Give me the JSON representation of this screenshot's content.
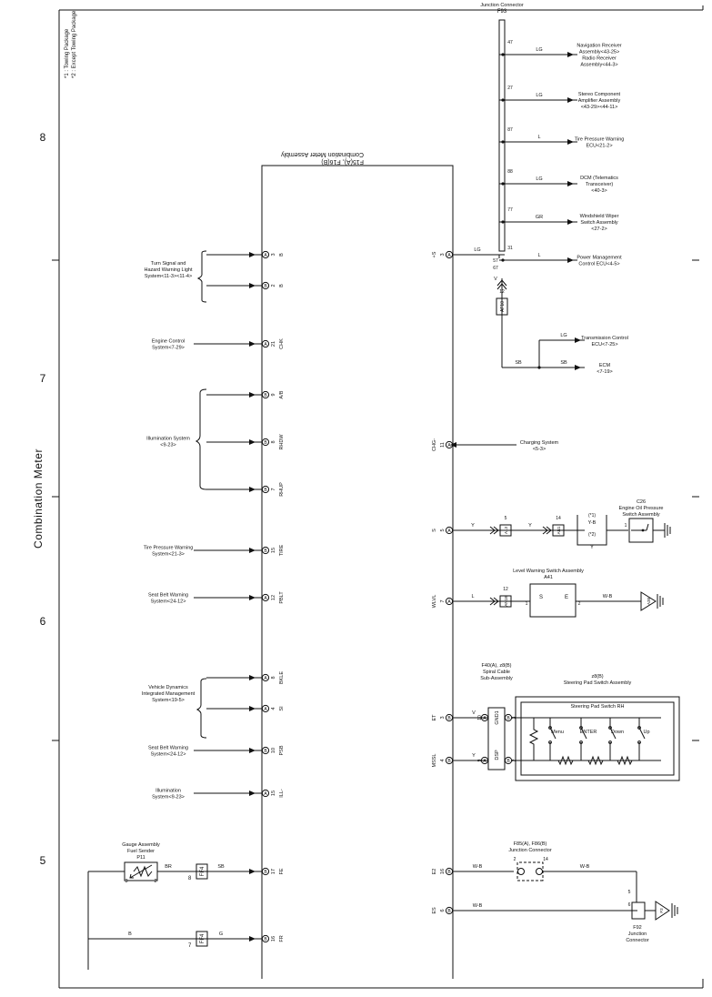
{
  "frame": {
    "title": "Combination Meter",
    "section_numbers": [
      "8",
      "7",
      "6",
      "5"
    ],
    "notes": [
      "*1 : Towing Package",
      "*2 : Except Towing Package"
    ]
  },
  "meter": {
    "connector_label": "F15(A), F16(B)",
    "name": "Combination Meter Assembly"
  },
  "left_pins": [
    {
      "pin": "3",
      "conn": "A",
      "label": "B"
    },
    {
      "pin": "2",
      "conn": "B",
      "label": "B"
    },
    {
      "pin": "21",
      "conn": "A",
      "label": "CHK"
    },
    {
      "pin": "9",
      "conn": "B",
      "label": "A/B"
    },
    {
      "pin": "8",
      "conn": "B",
      "label": "RHDW"
    },
    {
      "pin": "7",
      "conn": "B",
      "label": "RHUP"
    },
    {
      "pin": "15",
      "conn": "B",
      "label": "TIRE"
    },
    {
      "pin": "12",
      "conn": "A",
      "label": "PBLT"
    },
    {
      "pin": "8",
      "conn": "A",
      "label": "BKLE"
    },
    {
      "pin": "4",
      "conn": "A",
      "label": "SI"
    },
    {
      "pin": "10",
      "conn": "B",
      "label": "PSB"
    },
    {
      "pin": "15",
      "conn": "A",
      "label": "ILL-"
    },
    {
      "pin": "17",
      "conn": "B",
      "label": "FE"
    },
    {
      "pin": "16",
      "conn": "B",
      "label": "FR"
    }
  ],
  "right_pins": [
    {
      "pin": "3",
      "conn": "A",
      "label": "+S"
    },
    {
      "pin": "11",
      "conn": "A",
      "label": "CHG-"
    },
    {
      "pin": "5",
      "conn": "A",
      "label": "S"
    },
    {
      "pin": "7",
      "conn": "A",
      "label": "WLVL"
    },
    {
      "pin": "3",
      "conn": "B",
      "label": "ET"
    },
    {
      "pin": "4",
      "conn": "B",
      "label": "MSSL"
    },
    {
      "pin": "16",
      "conn": "B",
      "label": "E2"
    },
    {
      "pin": "6",
      "conn": "B",
      "label": "ES"
    }
  ],
  "left_systems": [
    {
      "lines": [
        "Turn Signal and",
        "Hazard Warning Light",
        "System<11-3><11-4>"
      ]
    },
    {
      "lines": [
        "Engine Control",
        "System<7-29>"
      ]
    },
    {
      "lines": [
        "Illumination System",
        "<9-23>"
      ]
    },
    {
      "lines": [
        "Tire Pressure Warning",
        "System<21-3>"
      ]
    },
    {
      "lines": [
        "Seat Belt Warning",
        "System<24-12>"
      ]
    },
    {
      "lines": [
        "Vehicle Dynamics",
        "Integrated Management",
        "System<19-5>"
      ]
    },
    {
      "lines": [
        "Seat Belt Warning",
        "System<24-12>"
      ]
    },
    {
      "lines": [
        "Illumination",
        "System<9-23>"
      ]
    }
  ],
  "wires": {
    "B": "B",
    "G": "G",
    "SB": "SB",
    "BR": "BR",
    "LG": "LG",
    "L": "L",
    "V": "V",
    "GR": "GR",
    "Y": "Y",
    "YB": "Y-B",
    "WB": "W-B"
  },
  "pins_misc": {
    "p2": "2",
    "p3": "3",
    "p5": "5",
    "p6": "6",
    "p7": "7",
    "p8": "8",
    "p12": "12",
    "p14": "14",
    "p1": "1",
    "p10": "10",
    "p9": "9",
    "p27": "27",
    "p31": "31",
    "p47": "47",
    "p57": "57",
    "p67": "67",
    "p77": "77",
    "p87": "87",
    "p88": "88",
    "sA": "A",
    "sB": "B"
  },
  "fuel": {
    "name": [
      "P11",
      "Fuel Sender",
      "Gauge Assembly"
    ],
    "conn_e": "FF4"
  },
  "junction_top": {
    "title": "Junction Connector",
    "id": "F93",
    "entries": [
      {
        "lines": [
          "Navigation Receiver",
          "Assembly<43-25>",
          "Radio Receiver",
          "Assembly<44-3>"
        ]
      },
      {
        "lines": [
          "Stereo Component",
          "Amplifier Assembly",
          "<43-29><44-11>"
        ]
      },
      {
        "lines": [
          "Tire Pressure Warning",
          "ECU<21-2>"
        ]
      },
      {
        "lines": [
          "DCM (Telematics",
          "Transceiver)",
          "<40-3>"
        ]
      },
      {
        "lines": [
          "Windshield Wiper",
          "Switch Assembly",
          "<27-2>"
        ]
      },
      {
        "lines": [
          "Power Management",
          "Control ECU<4-5>"
        ]
      }
    ],
    "conn_af": "AF10",
    "transmission": [
      "Transmission Control",
      "ECU<7-25>"
    ],
    "ecm": [
      "ECM",
      "<7-19>"
    ]
  },
  "charging": [
    "Charging System",
    "<5-3>"
  ],
  "oil": {
    "id": "C26",
    "name": [
      "Engine Oil Pressure",
      "Switch Assembly"
    ],
    "note1": "(*1)",
    "note2": "(*2)",
    "conn1": "A13",
    "conn2": "AN1"
  },
  "washer": {
    "id": "A41",
    "name": "Level Warning Switch Assembly",
    "s_label": "S",
    "e_label": "E",
    "conn": "AN18",
    "ground": "A38"
  },
  "spiral": {
    "label": [
      "F40(A), z8(B)",
      "Spiral Cable",
      "Sub-Assembly"
    ],
    "gnd1": "GND1",
    "dsp": "DSP",
    "pins": [
      "10",
      "3",
      "9",
      "2"
    ],
    "pin_conn": [
      "A",
      "B",
      "A",
      "B"
    ]
  },
  "steering": {
    "id": "z8(B)",
    "name": "Steering Pad Switch Assembly",
    "rh": "Steering Pad Switch RH",
    "buttons": [
      "Menu",
      "ENTER",
      "Down",
      "Up"
    ]
  },
  "junction_bottom": {
    "label": [
      "F85(A), F86(B)",
      "Junction Connector"
    ],
    "pins": [
      "2",
      "14"
    ],
    "pin_conn": [
      "A",
      "B"
    ]
  },
  "junction_f92": {
    "label": [
      "F92",
      "Junction",
      "Connector"
    ],
    "p5": "5",
    "p6": "6",
    "ground": "F3"
  }
}
